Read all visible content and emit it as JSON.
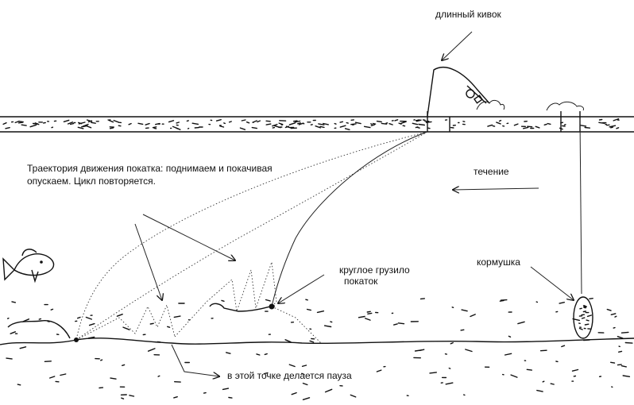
{
  "labels": {
    "rod_tip": "длинный кивок",
    "trajectory_line1": "Траектория движения покатка: поднимаем и покачивая",
    "trajectory_line2": "опускаем. Цикл повторяется.",
    "current": "течение",
    "feeder": "кормушка",
    "sinker_line1": "круглое грузило",
    "sinker_line2": "покаток",
    "pause": "в этой точке делается пауза"
  },
  "colors": {
    "ink": "#111111",
    "background": "#ffffff"
  },
  "icons": [
    "fish-icon",
    "rod-reel-icon",
    "feeder-icon"
  ]
}
